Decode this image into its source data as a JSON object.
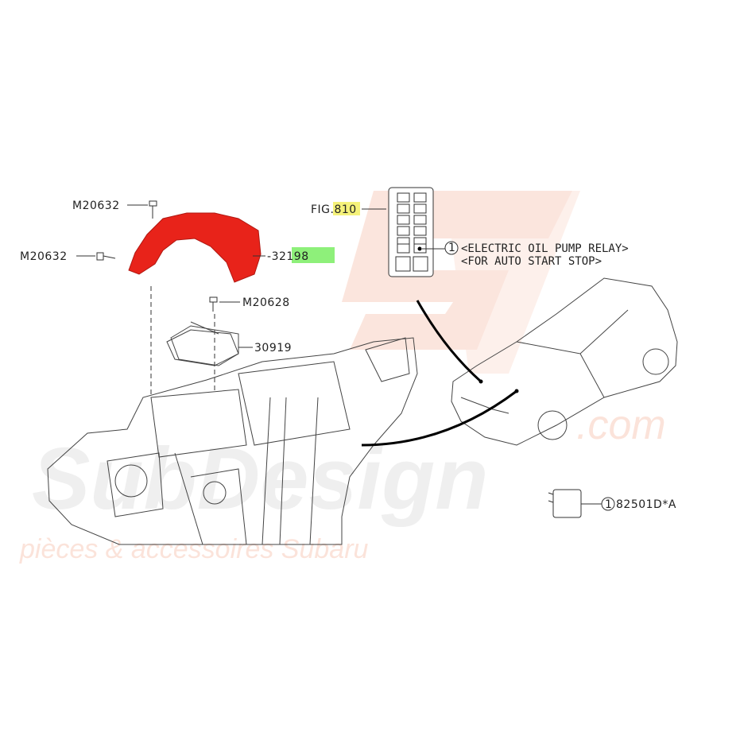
{
  "diagram": {
    "watermark": {
      "logo": "SJ",
      "brand": "SubDesign",
      "domain": ".com",
      "tagline": "pièces & accessoires Subaru"
    },
    "callouts": {
      "bolt_top": "M20632",
      "bolt_left": "M20632",
      "cover_part": "32198",
      "bolt_module": "M20628",
      "module_part": "30919",
      "fig_ref": "FIG.810",
      "relay_index": "1",
      "relay_desc_line1": "<ELECTRIC OIL PUMP RELAY>",
      "relay_desc_line2": "<FOR AUTO START STOP>",
      "relay_part_index": "1",
      "relay_part": "82501D*A"
    },
    "colors": {
      "highlight_part": "#e8231a",
      "part_number_highlight": "#8ef07a",
      "fig_highlight": "#f5f27a",
      "watermark_red": "#f7d3c6",
      "watermark_grey": "#ececec"
    }
  }
}
